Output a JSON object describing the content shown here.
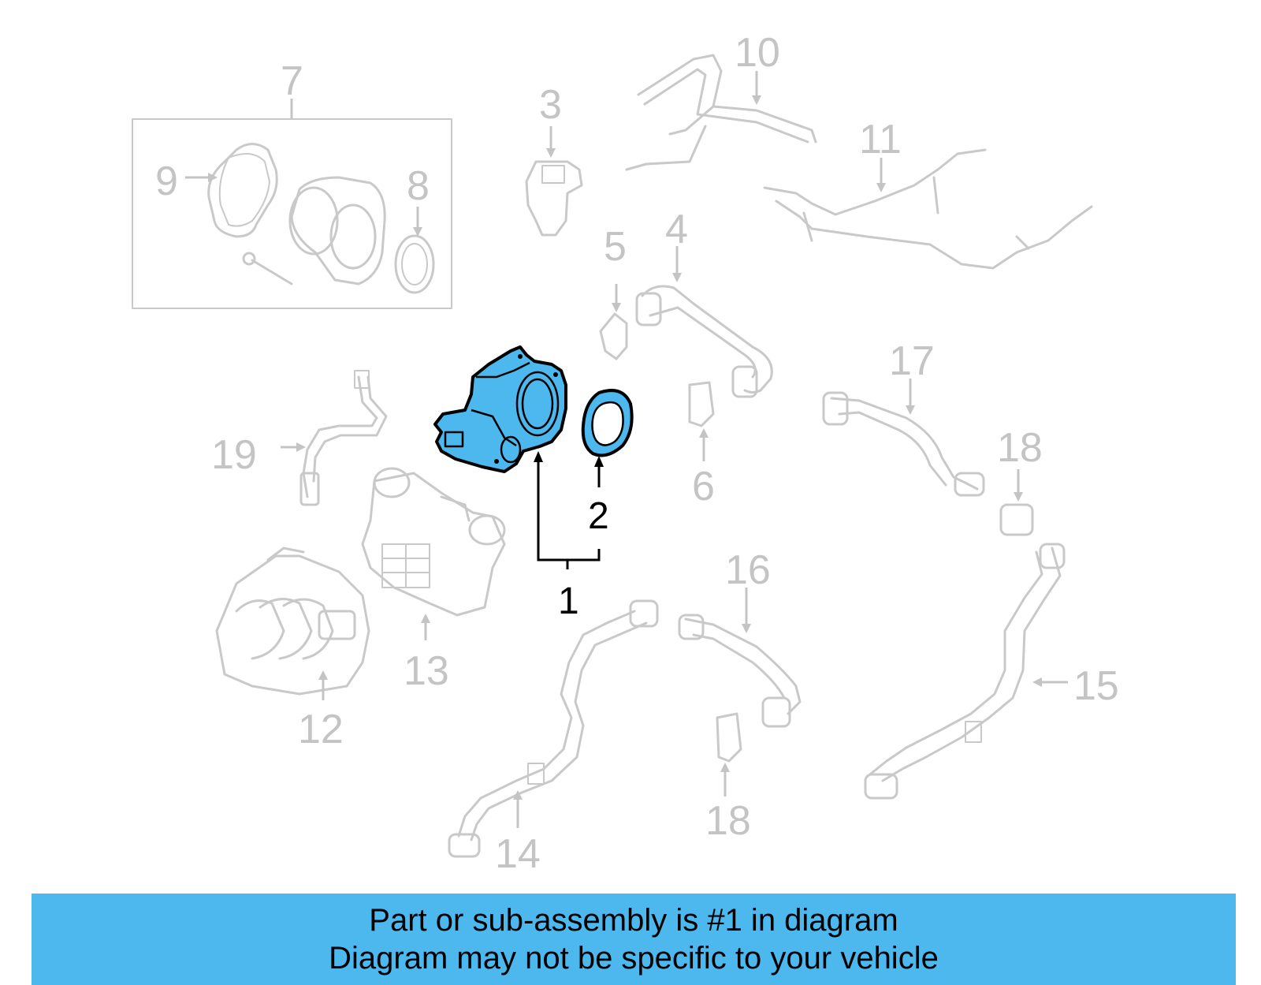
{
  "diagram": {
    "callouts": {
      "c1": "1",
      "c2": "2",
      "c3": "3",
      "c4": "4",
      "c5": "5",
      "c6": "6",
      "c7": "7",
      "c8": "8",
      "c9": "9",
      "c10": "10",
      "c11": "11",
      "c12": "12",
      "c13": "13",
      "c14": "14",
      "c15": "15",
      "c16": "16",
      "c17": "17",
      "c18a": "18",
      "c18b": "18",
      "c19": "19"
    },
    "highlight_color": "#4cb8ee",
    "ghost_color": "#c9c9c9"
  },
  "banner": {
    "line1": "Part or sub-assembly is #1 in diagram",
    "line2": "Diagram may not be specific to your vehicle"
  }
}
